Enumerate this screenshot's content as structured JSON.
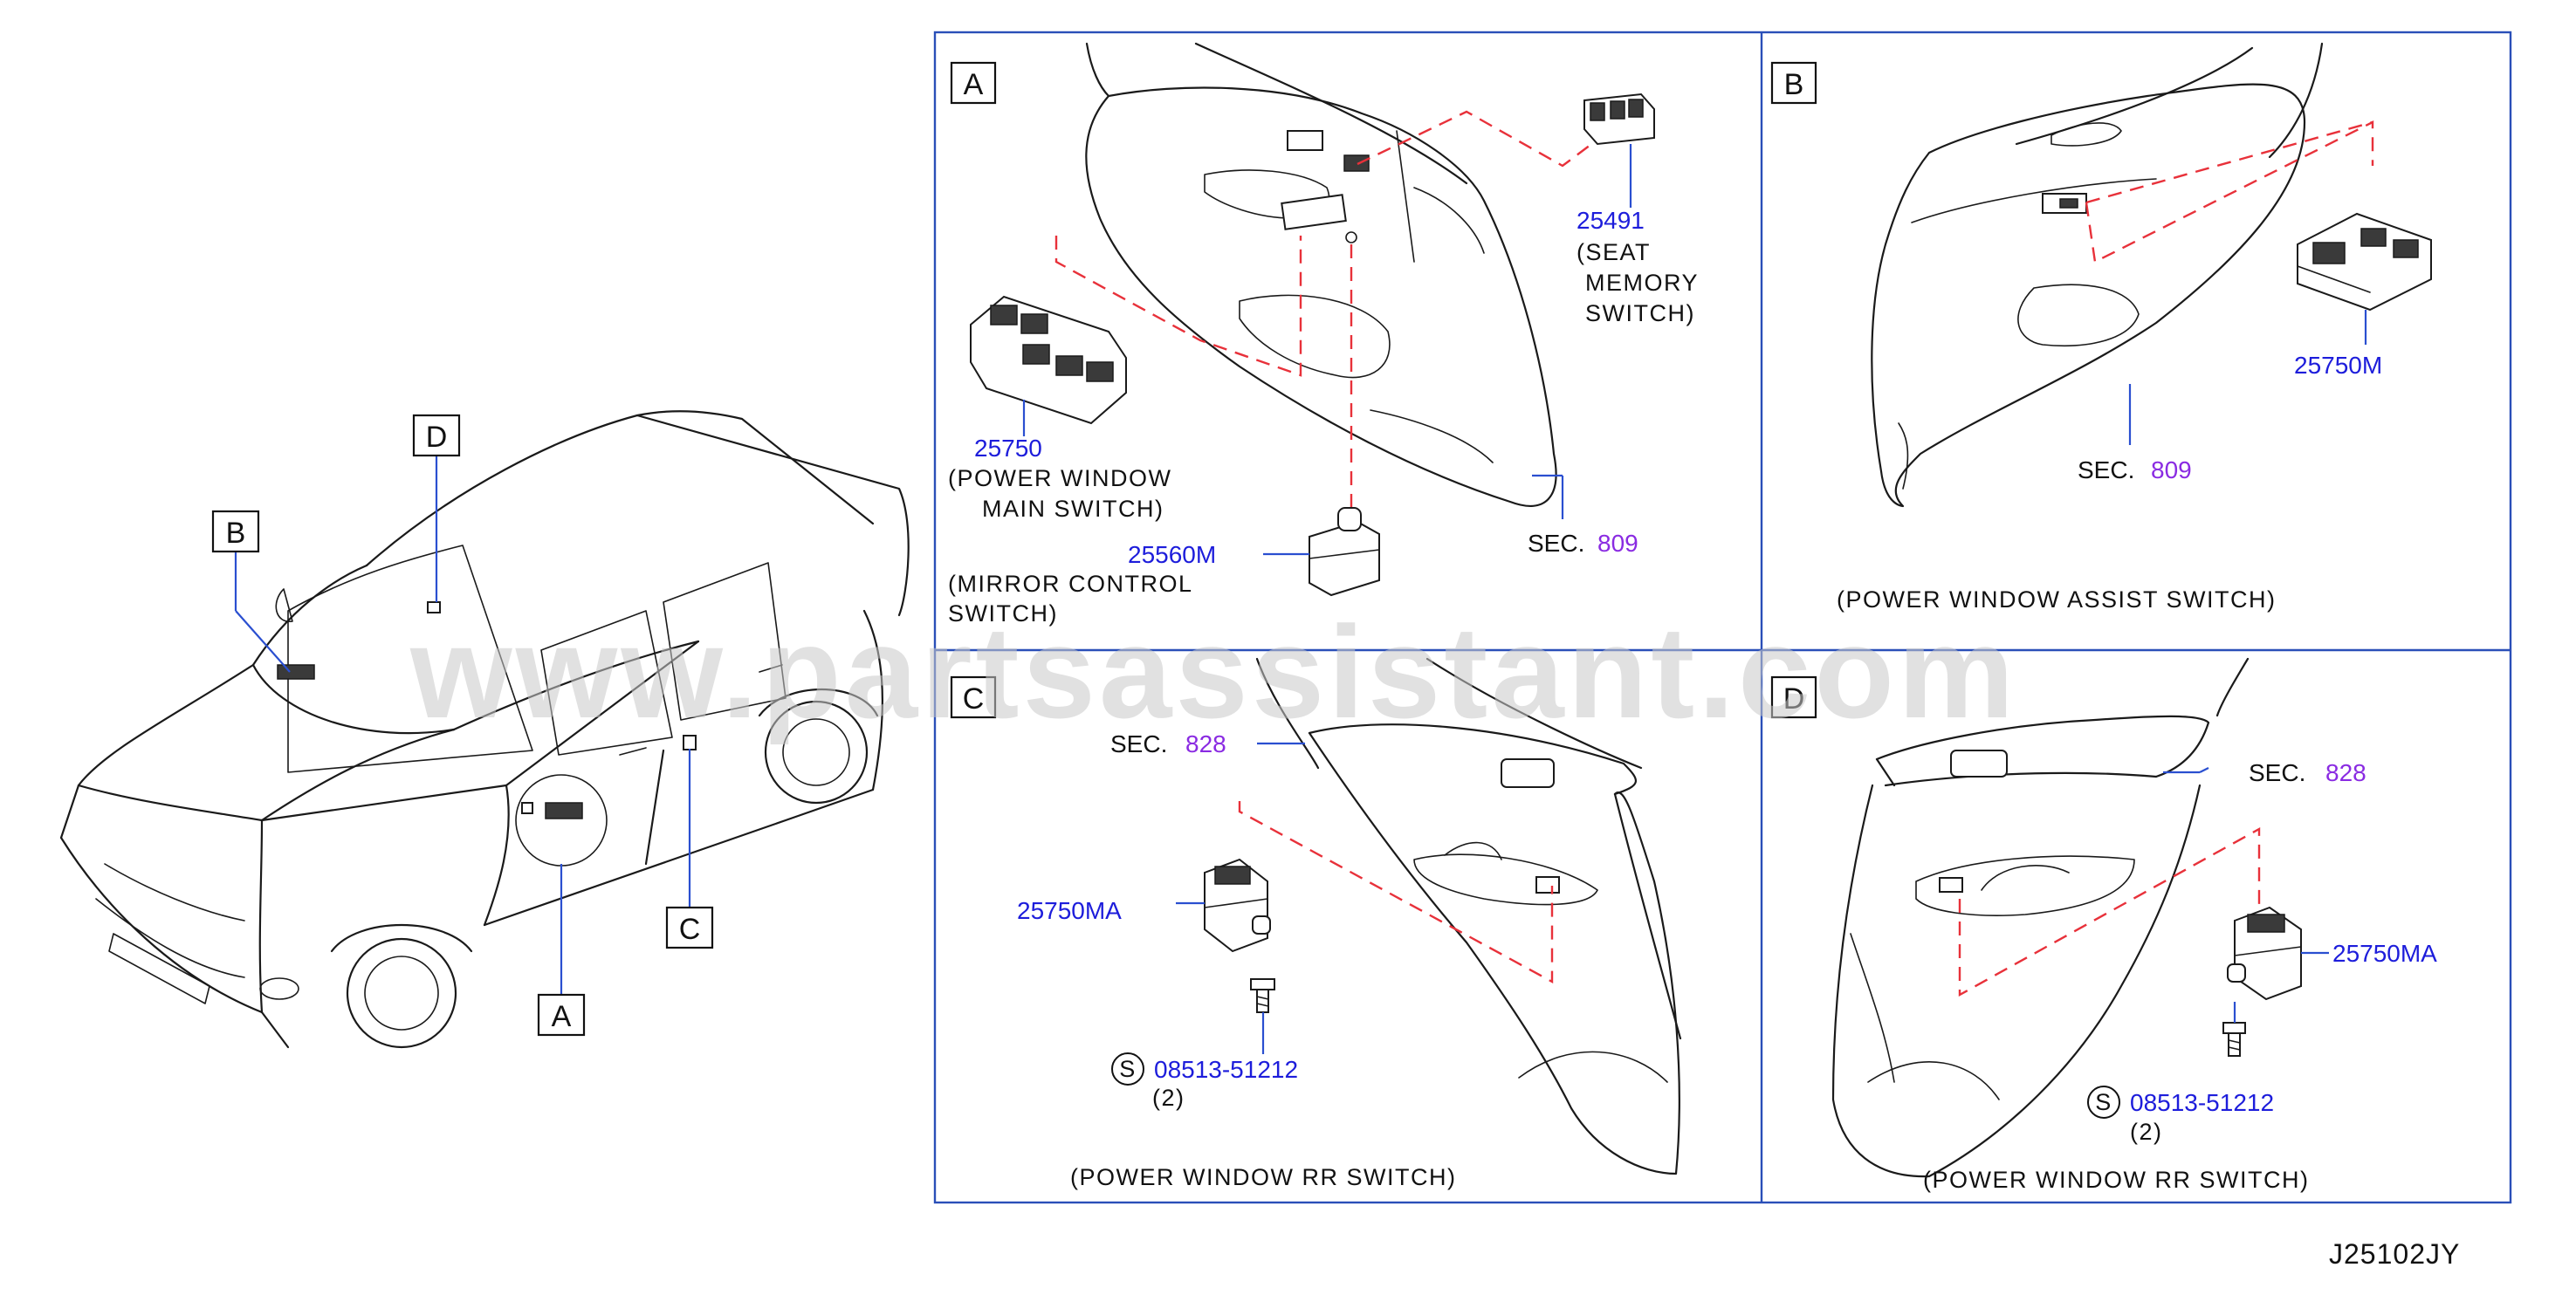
{
  "watermark": "www.partsassistant.com",
  "diagram_code": "J25102JY",
  "vehicle_callouts": {
    "a": "A",
    "b": "B",
    "c": "C",
    "d": "D"
  },
  "panel_a": {
    "letter": "A",
    "seat_memory_pn": "25491",
    "seat_memory_l1": "(SEAT",
    "seat_memory_l2": "MEMORY",
    "seat_memory_l3": "SWITCH)",
    "main_pn": "25750",
    "main_l1": "(POWER   WINDOW",
    "main_l2": "MAIN   SWITCH)",
    "mirror_pn": "25560M",
    "mirror_l1": "(MIRROR   CONTROL",
    "mirror_l2": "SWITCH)",
    "sec_label": "SEC.",
    "sec_num": "809"
  },
  "panel_b": {
    "letter": "B",
    "pn": "25750M",
    "sec_label": "SEC.",
    "sec_num": "809",
    "caption": "(POWER   WINDOW   ASSIST   SWITCH)"
  },
  "panel_c": {
    "letter": "C",
    "sec_label": "SEC.",
    "sec_num": "828",
    "pn": "25750MA",
    "screw_symbol": "S",
    "screw_pn": "08513-51212",
    "screw_qty": "(2)",
    "caption": "(POWER   WINDOW   RR   SWITCH)"
  },
  "panel_d": {
    "letter": "D",
    "sec_label": "SEC.",
    "sec_num": "828",
    "pn": "25750MA",
    "screw_symbol": "S",
    "screw_pn": "08513-51212",
    "screw_qty": "(2)",
    "caption": "(POWER   WINDOW   RR   SWITCH)"
  }
}
